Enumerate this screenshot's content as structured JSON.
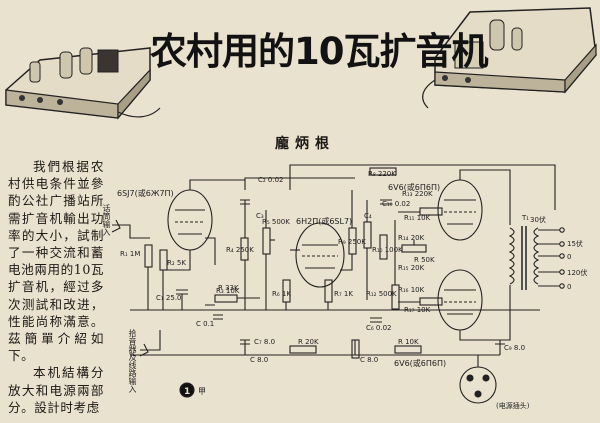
{
  "article": {
    "title": "农村用的10瓦扩音机",
    "author": "龐炳根",
    "paragraphs": [
      "我們根据农村供电条件並參酌公社广播站所需扩音机輸出功率的大小，試制了一种交流和蓄电池兩用的10瓦扩音机，經过多次测試和改进，性能尚称滿意。茲簡單介紹如下。",
      "本机結構分放大和电源兩部分。設計时考虑"
    ]
  },
  "schematic": {
    "tubes": {
      "v1": "6SJ7(或6Ж7П)",
      "v2": "6H2П(或6SL7)",
      "v3": "6V6(或6П6П)",
      "v4": "6V6(或6П6П)"
    },
    "inputs": {
      "mic": "话筒输入",
      "pickup": "拾音器及线路输入"
    },
    "components": {
      "c_top": "C₂ 0.02",
      "r_top": "R₈ 220K",
      "c3": "C₃",
      "r1": "R₁ 1M",
      "r2": "R₂ 5K",
      "c1": "C₁ 25.0",
      "c_mid": "C 0.1",
      "r3": "R₃ 10K",
      "r4": "R₄ 250K",
      "r5": "R₅ 500K",
      "r6": "R₆ 1K",
      "c_cath": "C 8.0",
      "r7": "R₇ 1K",
      "r9": "R₉ 250K",
      "c4": "C₄",
      "r10": "R₁₀ 100K",
      "r13": "R₁₃ 220K",
      "c10": "C₁₀ 0.02",
      "r14": "R₁₄ 20K",
      "r11": "R₁₁ 10K",
      "r15": "R₁₅ 20K",
      "rpot": "R 50K",
      "r12": "R₁₂ 500K",
      "r16": "R₁₆ 10K",
      "r17": "R₁₇ 10K",
      "c6": "C₆ 0.02",
      "r33": "R 33K",
      "c7": "C₇ 8.0",
      "r20k": "R 20K",
      "c8": "C 8.0",
      "r10k": "R 10K",
      "c9": "C₉ 8.0",
      "transformer": "T₁",
      "tap_30": "30伏",
      "tap_15": "15伏",
      "tap_0a": "0",
      "tap_120": "120伏",
      "tap_0b": "0"
    },
    "fig_label": "甲",
    "fig_number": "1",
    "power_note": "(电源插头)"
  }
}
